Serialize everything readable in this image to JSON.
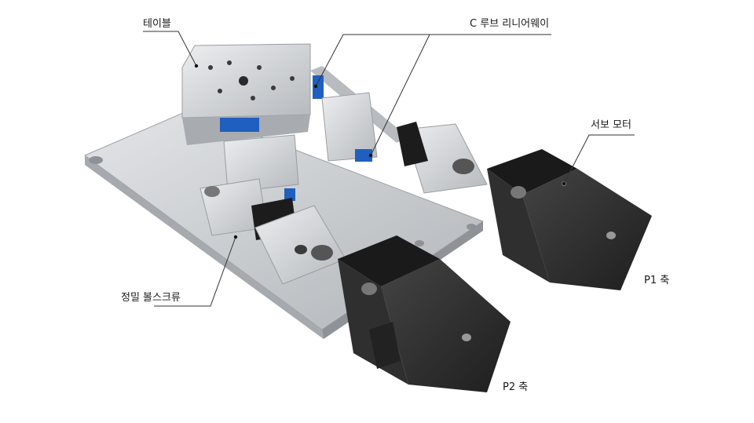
{
  "labels": {
    "table": "테이블",
    "c_lube_linear_way": "C 루브 리니어웨이",
    "servo_motor": "서보 모터",
    "precision_ball_screw": "정밀 볼스크류",
    "p1_axis": "P1 축",
    "p2_axis": "P2 축"
  },
  "colors": {
    "base_plate": "#c9ccd0",
    "base_edge": "#9da1a6",
    "table_top": "#d6d8db",
    "block_face": "#b9bcc0",
    "rail_blue": "#1f5fbf",
    "motor_body": "#2b2b2b",
    "motor_dark": "#1a1a1a",
    "leader_line": "#333333"
  }
}
